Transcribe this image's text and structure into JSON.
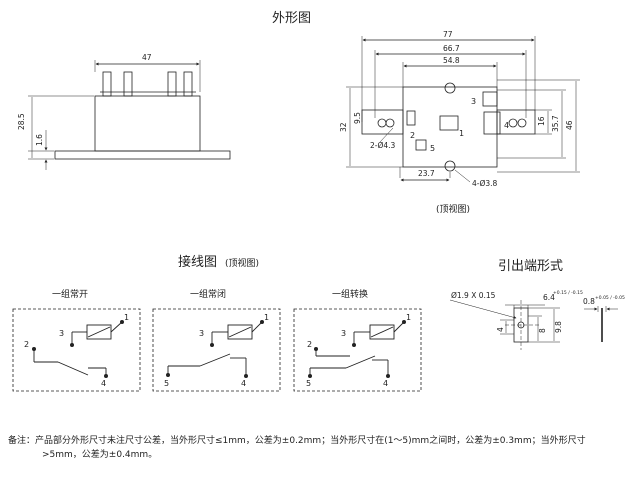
{
  "titles": {
    "outline": "外形图",
    "top_view_caption": "(顶视图)",
    "wiring": "接线图",
    "wiring_sub": "(顶视图)",
    "terminal": "引出端形式"
  },
  "side_view": {
    "width": "47",
    "height": "28.5",
    "base": "1.6"
  },
  "top_view": {
    "overall": "77",
    "mount_span": "66.7",
    "body_width": "54.8",
    "height_32": "32",
    "height_9_5": "9.5",
    "hole_label": "2-Ø4.3",
    "pin_hole_label": "4-Ø3.8",
    "offset": "23.7",
    "h16": "16",
    "h35_7": "35.7",
    "h46": "46",
    "pins": [
      "1",
      "2",
      "3",
      "4",
      "5"
    ]
  },
  "schematics": [
    {
      "label": "一组常开",
      "pins": [
        "1",
        "2",
        "3",
        "4"
      ]
    },
    {
      "label": "一组常闭",
      "pins": [
        "1",
        "3",
        "5",
        "4"
      ]
    },
    {
      "label": "一组转换",
      "pins": [
        "1",
        "2",
        "3",
        "5",
        "4"
      ]
    }
  ],
  "terminal_dims": {
    "d1": "Ø1.9 X 0.15",
    "d2": "6.4",
    "d2_tol": "+0.15 / -0.15",
    "d3": "0.8",
    "d3_tol": "+0.05 / -0.05",
    "d4": "4",
    "d5": "8",
    "d6": "9.8"
  },
  "note": {
    "line1": "备注：产品部分外形尺寸未注尺寸公差，当外形尺寸≤1mm，公差为±0.2mm；当外形尺寸在(1～5)mm之间时，公差为±0.3mm；当外形尺寸",
    "line2": ">5mm，公差为±0.4mm。"
  }
}
